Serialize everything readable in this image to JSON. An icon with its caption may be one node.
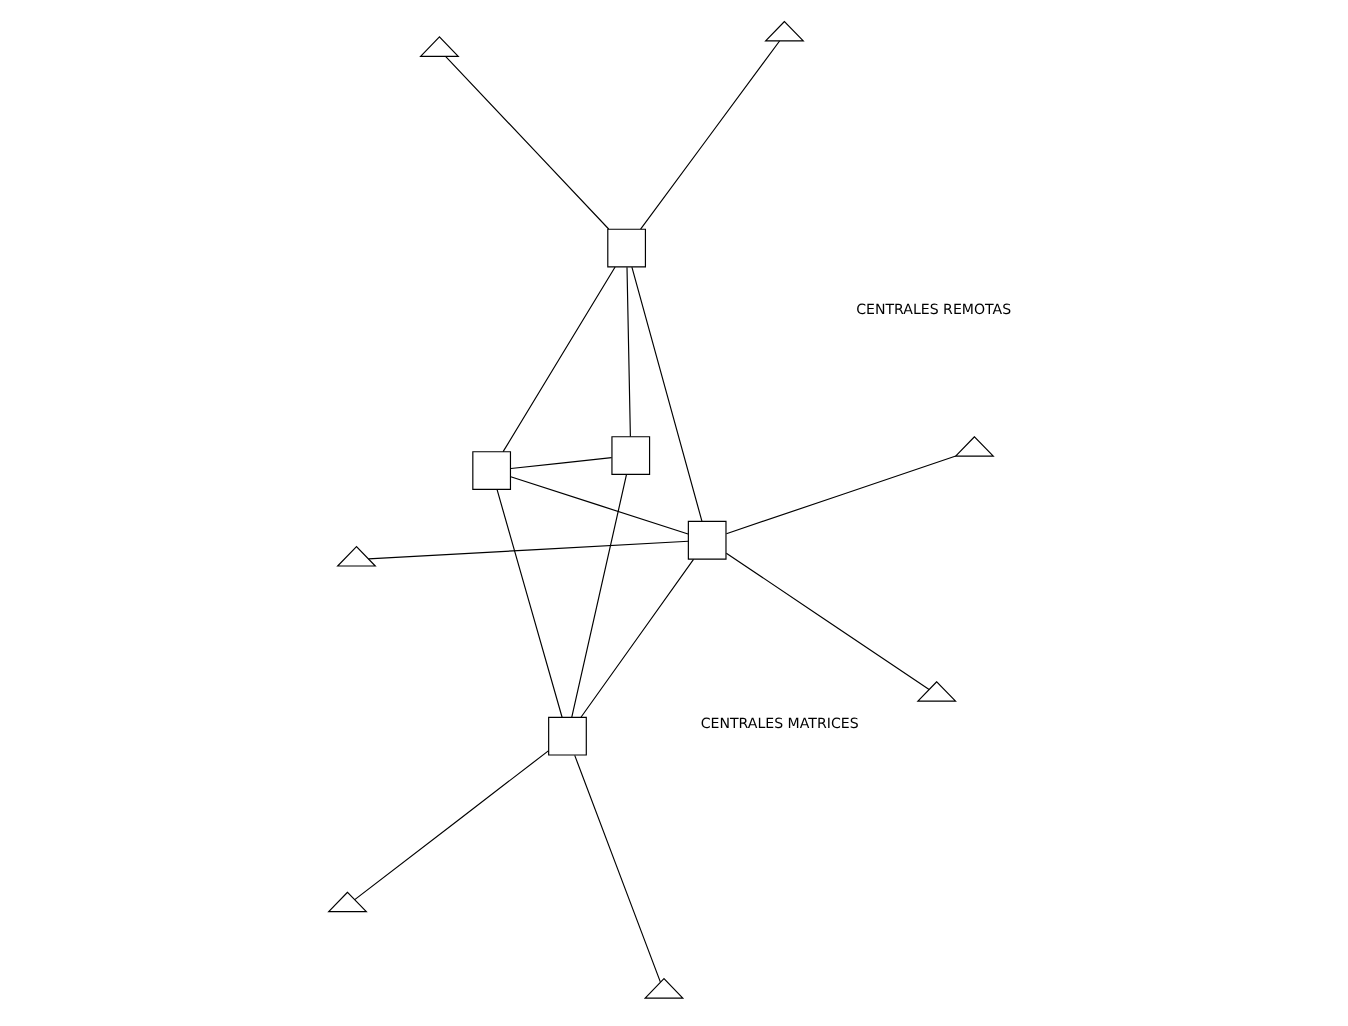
{
  "diagram": {
    "nodes": [
      {
        "text": [],
        "shape": "triangle"
      },
      {
        "text": [],
        "shape": "triangle"
      },
      {
        "text": [],
        "shape": "triangle"
      },
      {
        "text": [],
        "shape": "box"
      },
      {
        "text": [],
        "shape": "box"
      },
      {
        "text": [],
        "shape": "triangle"
      },
      {
        "text": [],
        "shape": "triangle"
      },
      {
        "text": [],
        "shape": "box"
      },
      {
        "text": [],
        "shape": "triangle"
      },
      {
        "text": [],
        "shape": "box"
      },
      {
        "text": [],
        "shape": "triangle"
      },
      {
        "text": [],
        "shape": "box"
      }
    ],
    "edges": [
      {
        "from": 4,
        "to": 0,
        "arrow": "none"
      },
      {
        "from": 4,
        "to": 5,
        "arrow": "none"
      },
      {
        "from": 4,
        "to": 3,
        "arrow": "none"
      },
      {
        "from": 4,
        "to": 9,
        "arrow": "none"
      },
      {
        "from": 4,
        "to": 7,
        "arrow": "none"
      },
      {
        "from": 3,
        "to": 1,
        "arrow": "none"
      },
      {
        "from": 3,
        "to": 2,
        "arrow": "none"
      },
      {
        "from": 3,
        "to": 6,
        "arrow": "none"
      },
      {
        "from": 3,
        "to": 7,
        "arrow": "none"
      },
      {
        "from": 3,
        "to": 11,
        "arrow": "none"
      },
      {
        "from": 7,
        "to": 9,
        "arrow": "none"
      },
      {
        "from": 7,
        "to": 11,
        "arrow": "none"
      },
      {
        "from": 9,
        "to": 11,
        "arrow": "none"
      },
      {
        "from": 11,
        "to": 8,
        "arrow": "none"
      },
      {
        "from": 11,
        "to": 10,
        "arrow": "none"
      }
    ],
    "labels": [
      "CENTRALES REMOTAS",
      "CENTRALES MATRICES"
    ]
  }
}
